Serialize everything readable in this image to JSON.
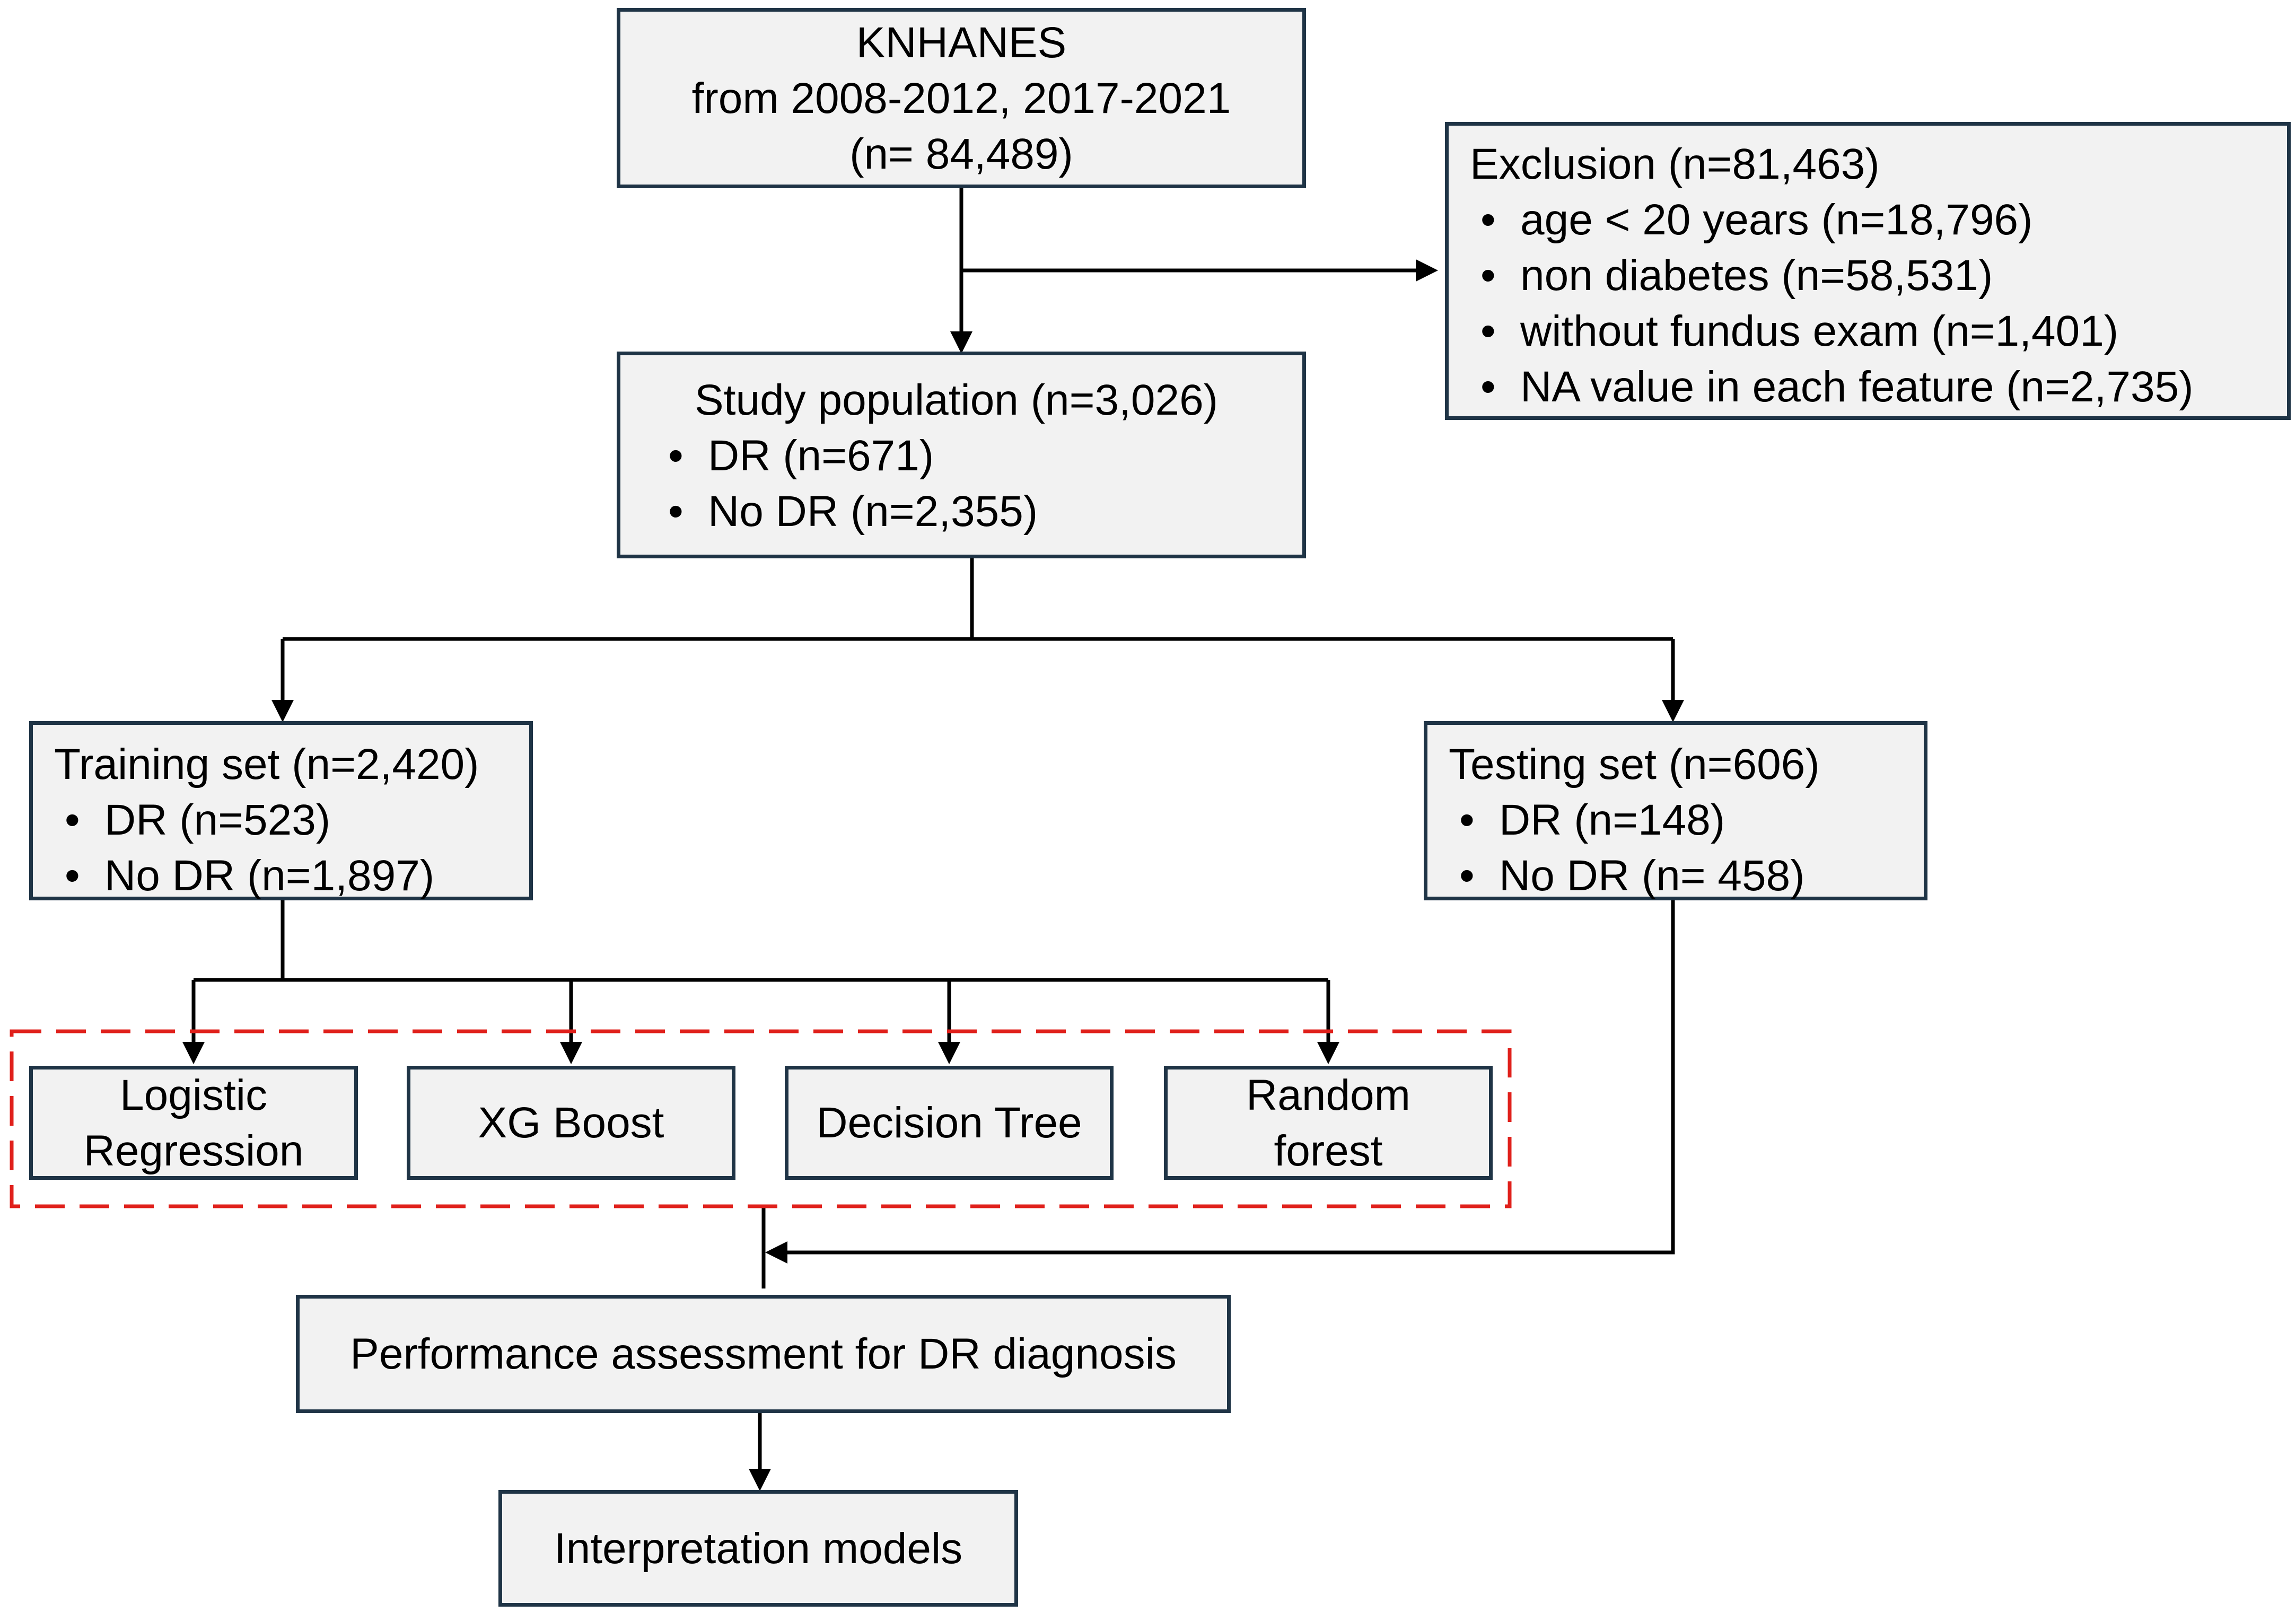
{
  "source": {
    "lines": [
      "KNHANES",
      "from 2008-2012,  2017-2021",
      "(n= 84,489)"
    ]
  },
  "exclusion": {
    "title": "Exclusion  (n=81,463)",
    "items": [
      "age < 20 years  (n=18,796)",
      "non diabetes  (n=58,531)",
      "without fundus exam  (n=1,401)",
      "NA value in each feature  (n=2,735)"
    ]
  },
  "study": {
    "title": "Study population  (n=3,026)",
    "items": [
      "DR (n=671)",
      "No DR (n=2,355)"
    ]
  },
  "training": {
    "title": "Training set (n=2,420)",
    "items": [
      "DR (n=523)",
      "No DR (n=1,897)"
    ]
  },
  "testing": {
    "title": "Testing set (n=606)",
    "items": [
      "DR (n=148)",
      "No DR (n= 458)"
    ]
  },
  "models": [
    {
      "lines": [
        "Logistic",
        "Regression"
      ]
    },
    {
      "lines": [
        "XG Boost"
      ]
    },
    {
      "lines": [
        "Decision Tree"
      ]
    },
    {
      "lines": [
        "Random",
        "forest"
      ]
    }
  ],
  "performance": {
    "label": "Performance  assessment  for DR diagnosis"
  },
  "interpretation": {
    "label": "Interpretation  models"
  },
  "colors": {
    "border": "#1f3446",
    "box_fill": "#f2f2f2",
    "dashed_group": "#e0201b",
    "arrow": "#000000"
  }
}
